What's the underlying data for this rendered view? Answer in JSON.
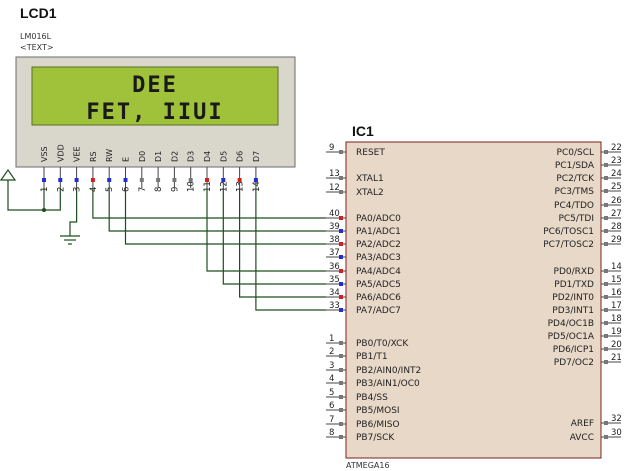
{
  "lcd": {
    "ref": "LCD1",
    "model": "LM016L",
    "text_tag": "<TEXT>",
    "line1": "DEE",
    "line2": "FET, IIUI",
    "pins": [
      {
        "label": "VSS",
        "num": "1"
      },
      {
        "label": "VDD",
        "num": "2"
      },
      {
        "label": "VEE",
        "num": "3"
      },
      {
        "label": "RS",
        "num": "4"
      },
      {
        "label": "RW",
        "num": "5"
      },
      {
        "label": "E",
        "num": "6"
      },
      {
        "label": "D0",
        "num": "7"
      },
      {
        "label": "D1",
        "num": "8"
      },
      {
        "label": "D2",
        "num": "9"
      },
      {
        "label": "D3",
        "num": "10"
      },
      {
        "label": "D4",
        "num": "11"
      },
      {
        "label": "D5",
        "num": "12"
      },
      {
        "label": "D6",
        "num": "13"
      },
      {
        "label": "D7",
        "num": "14"
      }
    ]
  },
  "mcu": {
    "ref": "IC1",
    "part": "ATMEGA16",
    "left_pins": [
      {
        "label": "RESET",
        "num": "9"
      },
      {
        "label": "XTAL1",
        "num": "13"
      },
      {
        "label": "XTAL2",
        "num": "12"
      },
      {
        "label": "PA0/ADC0",
        "num": "40"
      },
      {
        "label": "PA1/ADC1",
        "num": "39"
      },
      {
        "label": "PA2/ADC2",
        "num": "38"
      },
      {
        "label": "PA3/ADC3",
        "num": "37"
      },
      {
        "label": "PA4/ADC4",
        "num": "36"
      },
      {
        "label": "PA5/ADC5",
        "num": "35"
      },
      {
        "label": "PA6/ADC6",
        "num": "34"
      },
      {
        "label": "PA7/ADC7",
        "num": "33"
      },
      {
        "label": "PB0/T0/XCK",
        "num": "1"
      },
      {
        "label": "PB1/T1",
        "num": "2"
      },
      {
        "label": "PB2/AIN0/INT2",
        "num": "3"
      },
      {
        "label": "PB3/AIN1/OC0",
        "num": "4"
      },
      {
        "label": "PB4/SS",
        "num": "5"
      },
      {
        "label": "PB5/MOSI",
        "num": "6"
      },
      {
        "label": "PB6/MISO",
        "num": "7"
      },
      {
        "label": "PB7/SCK",
        "num": "8"
      }
    ],
    "right_pins": [
      {
        "label": "PC0/SCL",
        "num": "22"
      },
      {
        "label": "PC1/SDA",
        "num": "23"
      },
      {
        "label": "PC2/TCK",
        "num": "24"
      },
      {
        "label": "PC3/TMS",
        "num": "25"
      },
      {
        "label": "PC4/TDO",
        "num": "26"
      },
      {
        "label": "PC5/TDI",
        "num": "27"
      },
      {
        "label": "PC6/TOSC1",
        "num": "28"
      },
      {
        "label": "PC7/TOSC2",
        "num": "29"
      },
      {
        "label": "PD0/RXD",
        "num": "14"
      },
      {
        "label": "PD1/TXD",
        "num": "15"
      },
      {
        "label": "PD2/INT0",
        "num": "16"
      },
      {
        "label": "PD3/INT1",
        "num": "17"
      },
      {
        "label": "PD4/OC1B",
        "num": "18"
      },
      {
        "label": "PD5/OC1A",
        "num": "19"
      },
      {
        "label": "PD6/ICP1",
        "num": "20"
      },
      {
        "label": "PD7/OC2",
        "num": "21"
      },
      {
        "label": "AREF",
        "num": "32"
      },
      {
        "label": "AVCC",
        "num": "30"
      }
    ]
  },
  "colors": {
    "lcd_body": "#d9d6cc",
    "lcd_screen": "#9fc23a",
    "ic_body": "#e7d8c8",
    "ic_border": "#7a2020",
    "wire": "#1f4d1f",
    "pin_active_red": "#d02020",
    "pin_active_blue": "#2030d0",
    "pin_gray": "#777777"
  }
}
